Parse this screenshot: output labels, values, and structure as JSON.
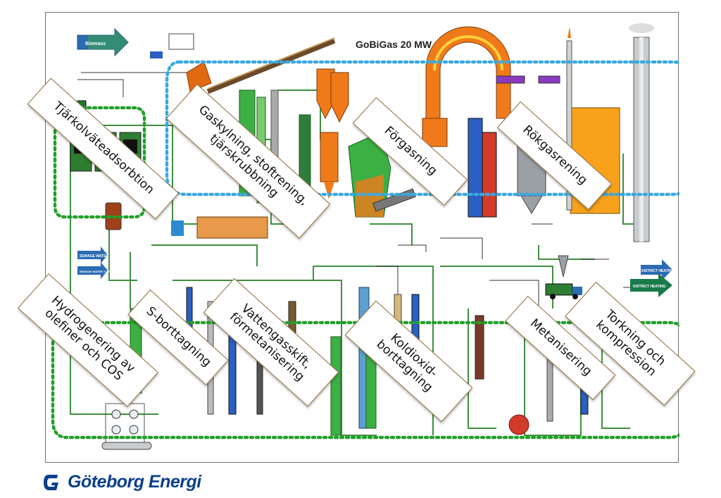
{
  "diagram": {
    "title": "GoBiGas 20 MW",
    "inputs": {
      "biomass": "Biomass"
    },
    "outputs": {
      "district_heating_top": "DISTRICT HEATING",
      "district_heating_bottom": "DISTRICT HEATING"
    },
    "sewage": {
      "sewage_water": "SEWAGE WATER",
      "sewage_water_eta": "SEWAGE WATER TO ETA RP"
    }
  },
  "sections": [
    {
      "id": "tjarkolvate",
      "label": "Tjärkolväteadsorbtion"
    },
    {
      "id": "gaskylning",
      "label": "Gaskylning, stoftrening,\ntjärskrubbning"
    },
    {
      "id": "forgasning",
      "label": "Förgasning"
    },
    {
      "id": "rokgasrening",
      "label": "Rökgasrening"
    },
    {
      "id": "hydrogenering",
      "label": "Hydrogenering av\nolefiner och COS"
    },
    {
      "id": "sborttagning",
      "label": "S-borttagning"
    },
    {
      "id": "vattengasskift",
      "label": "Vattengasskift,\nförmetanisering"
    },
    {
      "id": "koldioxid",
      "label": "Koldioxid-\nborttagning"
    },
    {
      "id": "metanisering",
      "label": "Metanisering"
    },
    {
      "id": "torkning",
      "label": "Torkning och\nkompression"
    }
  ],
  "colors": {
    "gasification_loop": "#3aa8e0",
    "methanation_loop": "#22a02a",
    "pipe": "#2e7d32",
    "reactor": "#f07a1a",
    "vessel_green": "#3cb043",
    "vessel_blue": "#2b5fc1",
    "logo_blue": "#0b3f8c"
  },
  "logo": {
    "text": "Göteborg Energi",
    "icon": "goteborg-energi-logo-icon"
  }
}
